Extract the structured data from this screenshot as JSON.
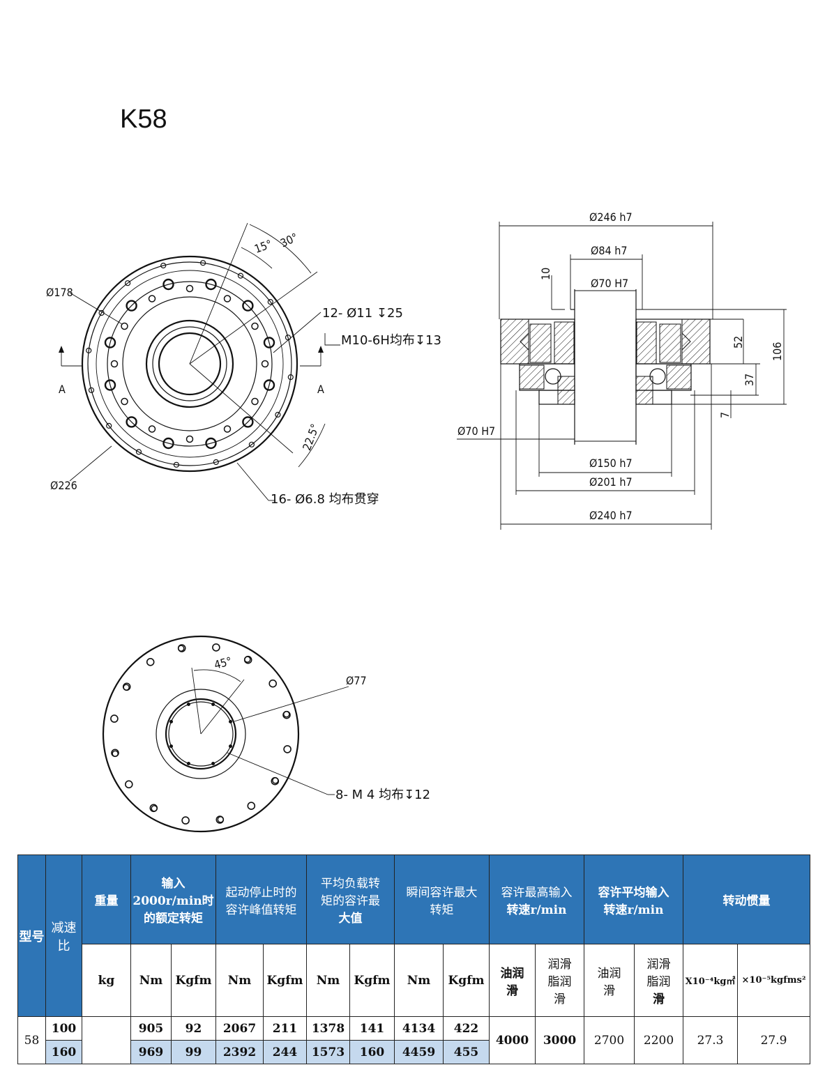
{
  "title": "K58",
  "front_view": {
    "d178": "Ø178",
    "d226": "Ø226",
    "angle30": "30°",
    "angle15": "15°",
    "angle22_5": "22.5°",
    "holes12": "12- Ø11 ↧25",
    "thread": "M10-6H均布↧13",
    "holes16": "16- Ø6.8 均布贯穿",
    "section_left": "A",
    "section_right": "A"
  },
  "section_view": {
    "d246": "Ø246 h7",
    "d84": "Ø84 h7",
    "d70": "Ø70 H7",
    "d70_left": "Ø70 H7",
    "d150": "Ø150 h7",
    "d201": "Ø201 h7",
    "d240": "Ø240 h7",
    "h10": "10",
    "h52": "52",
    "h106": "106",
    "h37": "37",
    "h7": "7"
  },
  "back_view": {
    "angle45": "45°",
    "d77": "Ø77",
    "holes8": "8- M 4 均布↧12"
  },
  "table": {
    "col_model": "型号",
    "col_ratio": "减速比",
    "col_weight": "重量",
    "col_rated": [
      "输入",
      "2000r/min时",
      "的额定转矩"
    ],
    "col_peak": [
      "起动停止时的",
      "容许峰值转矩"
    ],
    "col_avg": [
      "平均负载转",
      "矩的容许最",
      "大值"
    ],
    "col_momentary": [
      "瞬间容许最大",
      "转矩"
    ],
    "col_max_speed": [
      "容许最高输入",
      "转速r/min"
    ],
    "col_avg_speed": [
      "容许平均输入",
      "转速r/min"
    ],
    "col_inertia": "转动惯量",
    "unit_kg": "kg",
    "unit_nm": "Nm",
    "unit_kgfm": "Kgfm",
    "oil": [
      "油润",
      "滑"
    ],
    "grease": [
      "润滑",
      "脂润",
      "滑"
    ],
    "inertia_unit1": "X10⁻⁴kg㎡",
    "inertia_unit2": "×10⁻⁵kgfms²",
    "model": "58",
    "rows": [
      {
        "ratio": "100",
        "rated_nm": "905",
        "rated_kgfm": "92",
        "peak_nm": "2067",
        "peak_kgfm": "211",
        "avg_nm": "1378",
        "avg_kgfm": "141",
        "mom_nm": "4134",
        "mom_kgfm": "422"
      },
      {
        "ratio": "160",
        "rated_nm": "969",
        "rated_kgfm": "99",
        "peak_nm": "2392",
        "peak_kgfm": "244",
        "avg_nm": "1573",
        "avg_kgfm": "160",
        "mom_nm": "4459",
        "mom_kgfm": "455"
      }
    ],
    "max_speed_oil": "4000",
    "max_speed_grease": "3000",
    "avg_speed_oil": "2700",
    "avg_speed_grease": "2200",
    "inertia1": "27.3",
    "inertia2": "27.9"
  }
}
